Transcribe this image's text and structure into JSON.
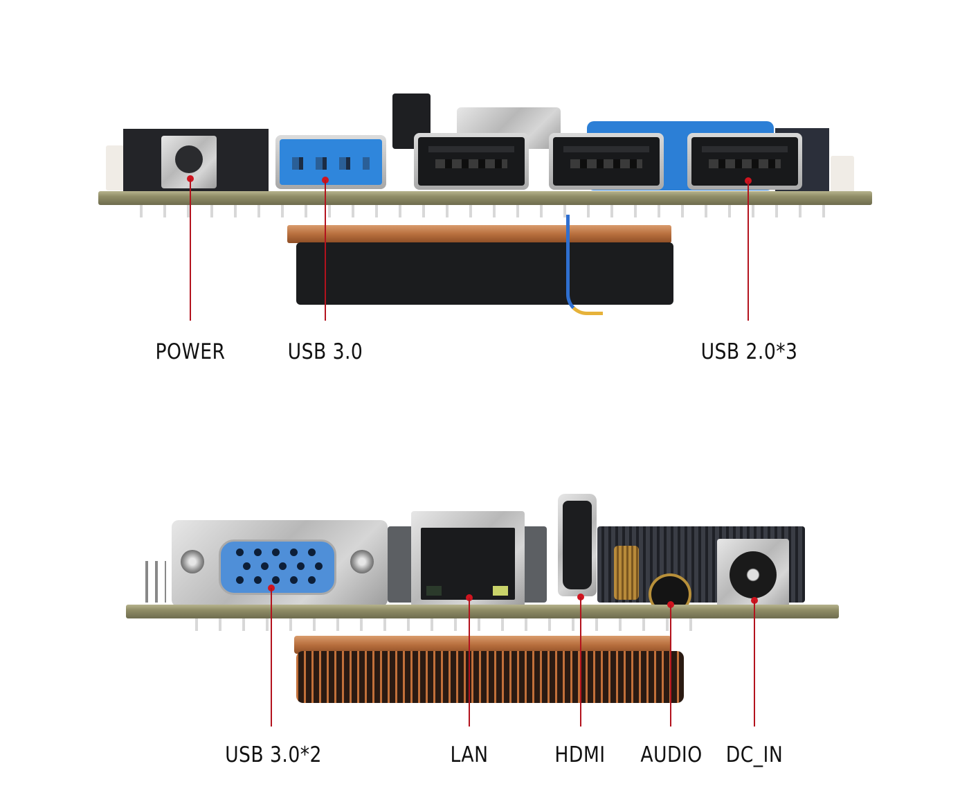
{
  "image": {
    "description": "Mini PC motherboard side views with labeled I/O ports",
    "background_color": "#ffffff",
    "accent_color": "#b3121d"
  },
  "top_view": {
    "callouts": [
      {
        "id": "power",
        "label": "POWER"
      },
      {
        "id": "usb30",
        "label": "USB 3.0"
      },
      {
        "id": "usb20x3",
        "label": "USB 2.0*3"
      }
    ]
  },
  "bottom_view": {
    "callouts": [
      {
        "id": "usb30x2",
        "label": "USB 3.0*2"
      },
      {
        "id": "lan",
        "label": "LAN"
      },
      {
        "id": "hdmi",
        "label": "HDMI"
      },
      {
        "id": "audio",
        "label": "AUDIO"
      },
      {
        "id": "dcin",
        "label": "DC_IN"
      }
    ]
  }
}
